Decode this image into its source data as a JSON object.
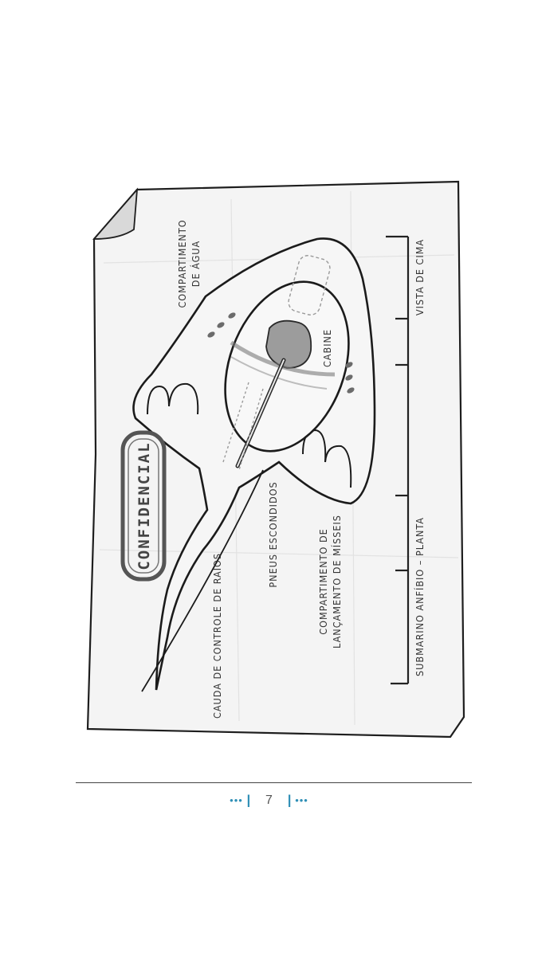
{
  "illustration": {
    "stamp": "CONFIDENCIAL",
    "labels": {
      "water": [
        "COMPARTIMENTO",
        "DE ÁGUA"
      ],
      "cabin": "CABINE",
      "tail": "CAUDA DE CONTROLE DE RAIOS",
      "tires": "PNEUS ESCONDIDOS",
      "missiles": [
        "COMPARTIMENTO DE",
        "LANÇAMENTO DE MÍSSEIS"
      ],
      "top_view": "VISTA DE CIMA",
      "plan": "SUBMARINO ANFÍBIO – PLANTA"
    }
  },
  "footer": {
    "left_dots": "•••",
    "page_number": "7",
    "right_dots": "•••"
  }
}
